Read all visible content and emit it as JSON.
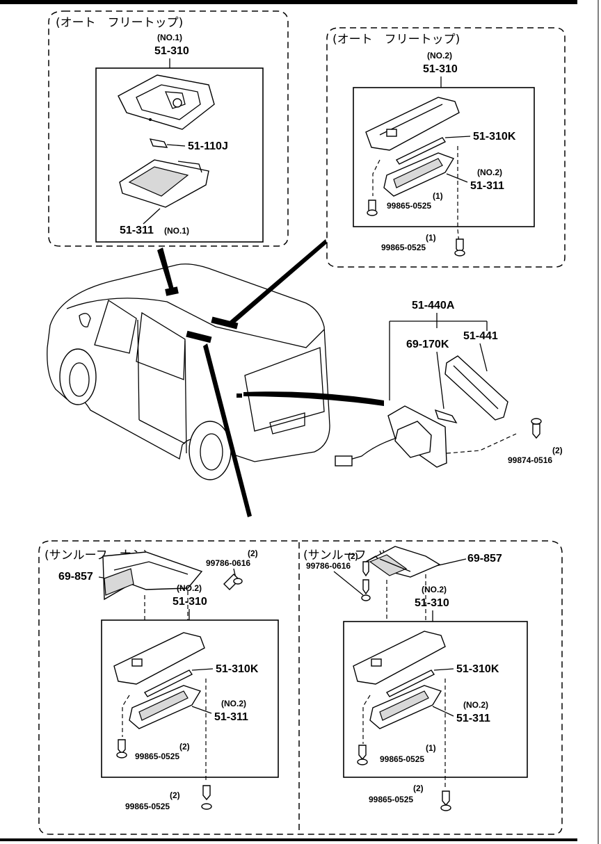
{
  "sections": {
    "auto_free_top_1": {
      "heading": "(オート　フリートップ)",
      "lamp_no": "(NO.1)",
      "lamp_pn": "51-310",
      "bulb_pn": "51-110J",
      "lens_pn": "51-311",
      "lens_no": "(NO.1)"
    },
    "auto_free_top_2": {
      "heading": "(オート　フリートップ)",
      "lamp_no": "(NO.2)",
      "lamp_pn": "51-310",
      "bulb_pn": "51-310K",
      "lens_no": "(NO.2)",
      "lens_pn": "51-311",
      "screw_inner_qty": "(1)",
      "screw_inner_pn": "99865-0525",
      "screw_outer_qty": "(1)",
      "screw_outer_pn": "99865-0525"
    },
    "rear_lamp": {
      "assy_pn": "51-440A",
      "bulb_pn": "69-170K",
      "lens_pn": "51-441",
      "screw_qty": "(2)",
      "screw_pn": "99874-0516"
    },
    "sunroof_none": {
      "heading": "(サンルーフ　ナシ)",
      "bracket_pn": "69-857",
      "bolt_qty": "(2)",
      "bolt_pn": "99786-0616",
      "lamp_no": "(NO.2)",
      "lamp_pn": "51-310",
      "bulb_pn": "51-310K",
      "lens_no": "(NO.2)",
      "lens_pn": "51-311",
      "screw_inner_qty": "(2)",
      "screw_inner_pn": "99865-0525",
      "screw_outer_qty": "(2)",
      "screw_outer_pn": "99865-0525"
    },
    "sunroof_with": {
      "heading": "(サンルーフ　ツキ)",
      "bracket_pn": "69-857",
      "bolt_qty": "(2)",
      "bolt_pn": "99786-0616",
      "lamp_no": "(NO.2)",
      "lamp_pn": "51-310",
      "bulb_pn": "51-310K",
      "lens_no": "(NO.2)",
      "lens_pn": "51-311",
      "screw_inner_qty": "(1)",
      "screw_inner_pn": "99865-0525",
      "screw_outer_qty": "(2)",
      "screw_outer_pn": "99865-0525"
    }
  }
}
